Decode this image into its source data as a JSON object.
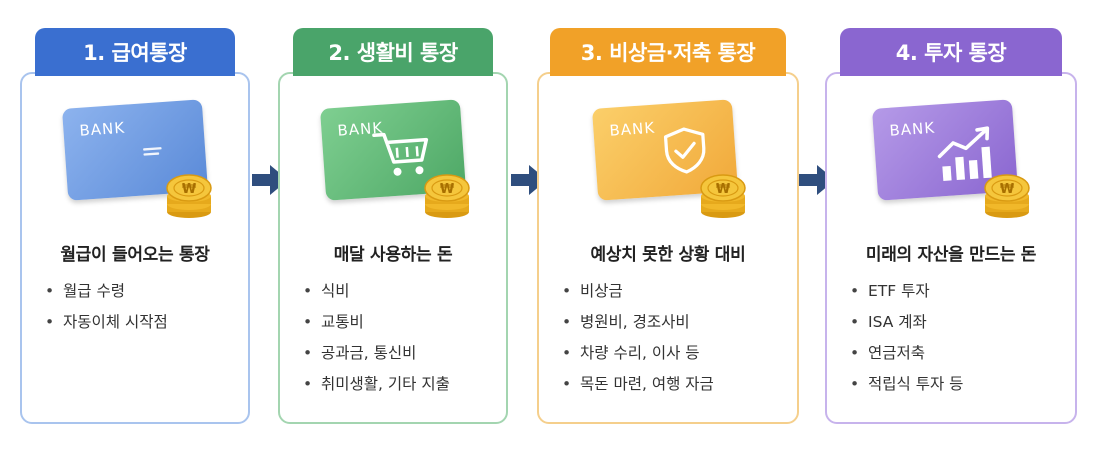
{
  "colors": {
    "blue": "#3a6fd0",
    "blue_border": "#a9c4ee",
    "green": "#4aa46a",
    "green_border": "#a3d5b0",
    "orange": "#f1a128",
    "orange_border": "#f5cf8c",
    "purple": "#8a66d0",
    "purple_border": "#c7b3ec",
    "arrow": "#2f4e7e",
    "coin": "#f1b82a"
  },
  "steps": [
    {
      "title": "1. 급여통장",
      "card_label": "BANK",
      "icon": "card-stripe-icon",
      "description": "월급이 들어오는 통장",
      "items": [
        "월급 수령",
        "자동이체 시작점"
      ]
    },
    {
      "title": "2. 생활비 통장",
      "card_label": "BANK",
      "icon": "shopping-cart-icon",
      "description": "매달 사용하는 돈",
      "items": [
        "식비",
        "교통비",
        "공과금, 통신비",
        "취미생활, 기타 지출"
      ]
    },
    {
      "title": "3. 비상금·저축 통장",
      "card_label": "BANK",
      "icon": "shield-check-icon",
      "description": "예상치 못한 상황 대비",
      "items": [
        "비상금",
        "병원비, 경조사비",
        "차량 수리, 이사 등",
        "목돈 마련, 여행 자금"
      ]
    },
    {
      "title": "4. 투자 통장",
      "card_label": "BANK",
      "icon": "growth-chart-icon",
      "description": "미래의 자산을 만드는 돈",
      "items": [
        "ETF 투자",
        "ISA 계좌",
        "연금저축",
        "적립식 투자 등"
      ]
    }
  ],
  "bullet": "•",
  "coin_symbol": "₩"
}
